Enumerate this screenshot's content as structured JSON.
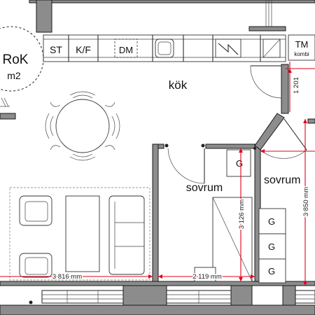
{
  "rooms": {
    "living_label_partial": "RoK",
    "living_area_partial": "m2",
    "kitchen": "kök",
    "bedroom_1": "sovrum",
    "bedroom_2": "sovrum"
  },
  "appliances": {
    "stove": "ST",
    "fridge_freezer": "K/F",
    "dishwasher": "DM",
    "washer_1": "G",
    "washer_2": "G",
    "washer_3": "G",
    "washer_4": "G",
    "tm_top": "TM",
    "tm_bottom": "kombi"
  },
  "dimensions": {
    "living_width": "3 816 mm",
    "bedroom_width": "2 119 mm",
    "bedroom_depth": "3 126 mm",
    "bedroom2_depth": "3 850 mm",
    "top_right_partial": "1 201"
  },
  "colors": {
    "walls": "#8c8c8c",
    "dimension_lines": "#e0001a"
  }
}
